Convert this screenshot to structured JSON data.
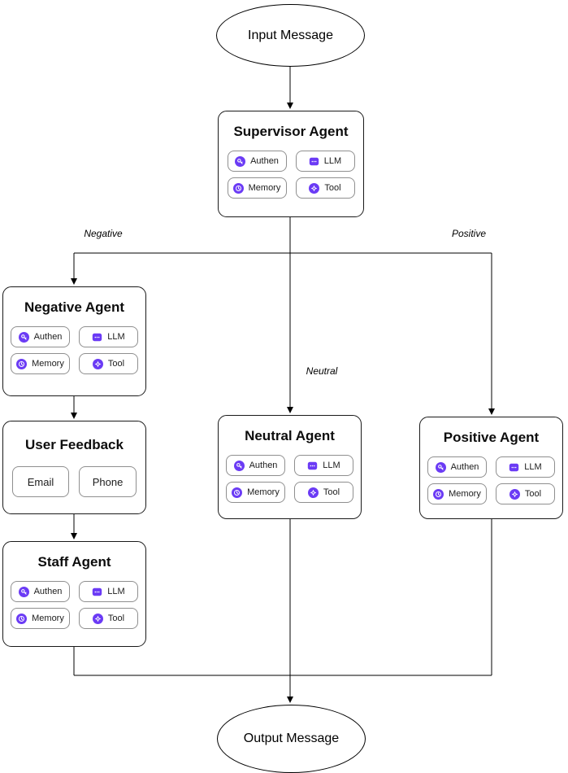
{
  "colors": {
    "accent": "#6B3BF5",
    "line": "#000000",
    "box_border": "#1a1a1a",
    "chip_border": "#8f8f8f",
    "background": "#ffffff"
  },
  "nodes": {
    "input": {
      "label": "Input Message"
    },
    "supervisor": {
      "title": "Supervisor Agent",
      "chips": [
        {
          "icon": "authen-icon",
          "label": "Authen"
        },
        {
          "icon": "llm-icon",
          "label": "LLM"
        },
        {
          "icon": "memory-icon",
          "label": "Memory"
        },
        {
          "icon": "tool-icon",
          "label": "Tool"
        }
      ]
    },
    "negative": {
      "title": "Negative Agent",
      "chips": [
        {
          "icon": "authen-icon",
          "label": "Authen"
        },
        {
          "icon": "llm-icon",
          "label": "LLM"
        },
        {
          "icon": "memory-icon",
          "label": "Memory"
        },
        {
          "icon": "tool-icon",
          "label": "Tool"
        }
      ]
    },
    "neutral": {
      "title": "Neutral Agent",
      "chips": [
        {
          "icon": "authen-icon",
          "label": "Authen"
        },
        {
          "icon": "llm-icon",
          "label": "LLM"
        },
        {
          "icon": "memory-icon",
          "label": "Memory"
        },
        {
          "icon": "tool-icon",
          "label": "Tool"
        }
      ]
    },
    "positive": {
      "title": "Positive Agent",
      "chips": [
        {
          "icon": "authen-icon",
          "label": "Authen"
        },
        {
          "icon": "llm-icon",
          "label": "LLM"
        },
        {
          "icon": "memory-icon",
          "label": "Memory"
        },
        {
          "icon": "tool-icon",
          "label": "Tool"
        }
      ]
    },
    "user_feedback": {
      "title": "User Feedback",
      "chips": [
        {
          "label": "Email"
        },
        {
          "label": "Phone"
        }
      ]
    },
    "staff": {
      "title": "Staff Agent",
      "chips": [
        {
          "icon": "authen-icon",
          "label": "Authen"
        },
        {
          "icon": "llm-icon",
          "label": "LLM"
        },
        {
          "icon": "memory-icon",
          "label": "Memory"
        },
        {
          "icon": "tool-icon",
          "label": "Tool"
        }
      ]
    },
    "output": {
      "label": "Output Message"
    }
  },
  "edge_labels": {
    "negative": "Negative",
    "neutral": "Neutral",
    "positive": "Positive"
  }
}
